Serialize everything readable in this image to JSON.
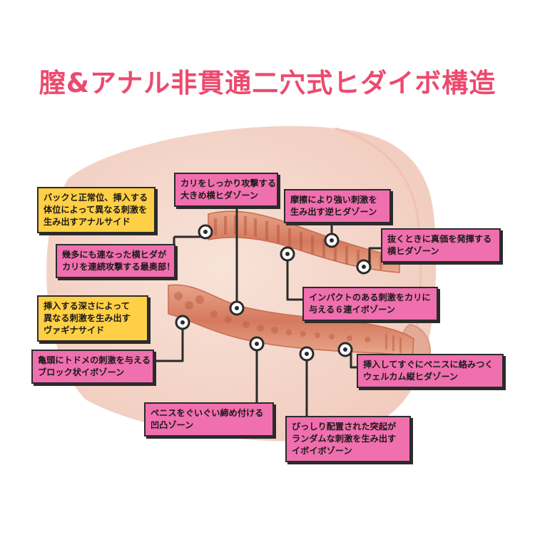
{
  "title": "膣&アナル非貫通二穴式ヒダイボ構造",
  "colors": {
    "title": "#ec4a6e",
    "label_pink": "#f06fae",
    "label_yellow": "#ffcf45",
    "body": "#f6ddd3",
    "line": "#2b2b2b"
  },
  "labels": {
    "kari_yoko": [
      "カリをしっかり攻撃する",
      "大きめ横ヒダゾーン"
    ],
    "back": [
      "バックと正常位、挿入する",
      "体位によって異なる刺激を",
      "生み出すアナルサイド"
    ],
    "masatsu": [
      "摩擦により強い刺激を",
      "生み出す逆ヒダゾーン"
    ],
    "nuku": [
      "抜くときに真価を発揮する",
      "横ヒダゾーン"
    ],
    "ikuenimo": [
      "幾多にも連なった横ヒダが",
      "カリを連続攻撃する最奥部！"
    ],
    "impact": [
      "インパクトのある刺激をカリに",
      "与える６連イボゾーン"
    ],
    "sounyuu_fuka": [
      "挿入する深さによって",
      "異なる刺激を生み出す",
      "ヴァギナサイド"
    ],
    "kitou": [
      "亀頭にトドメの刺激を与える",
      "ブロック状イボゾーン"
    ],
    "welcome": [
      "挿入してすぐにペニスに絡みつく",
      "ウェルカム縦ヒダゾーン"
    ],
    "guigui": [
      "ペニスをぐいぐい締め付ける",
      "凹凸ゾーン"
    ],
    "bisshiri": [
      "びっしり配置された突起が",
      "ランダムな刺激を生み出す",
      "イボイボゾーン"
    ]
  }
}
